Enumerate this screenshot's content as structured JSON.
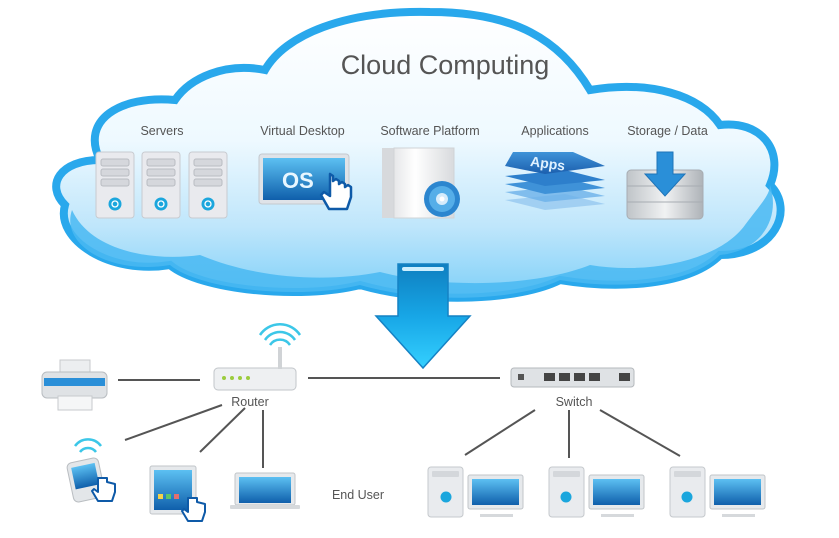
{
  "title": "Cloud Computing",
  "cloud_services": [
    {
      "label": "Servers",
      "icon": "server-rack-icon"
    },
    {
      "label": "Virtual Desktop",
      "icon": "virtual-desktop-os-icon",
      "icon_text": "OS"
    },
    {
      "label": "Software Platform",
      "icon": "software-box-disc-icon"
    },
    {
      "label": "Applications",
      "icon": "apps-stack-icon",
      "icon_text": "Apps"
    },
    {
      "label": "Storage / Data",
      "icon": "storage-database-icon"
    }
  ],
  "network": {
    "router_label": "Router",
    "switch_label": "Switch",
    "end_user_label": "End User"
  },
  "colors": {
    "cloud_outline": "#29a8ec",
    "cloud_fill_light": "#eaf7fe",
    "cloud_fill_bottom": "#5cc4f7",
    "arrow": "#1aa3e0",
    "text": "#555555",
    "line": "#555555"
  }
}
